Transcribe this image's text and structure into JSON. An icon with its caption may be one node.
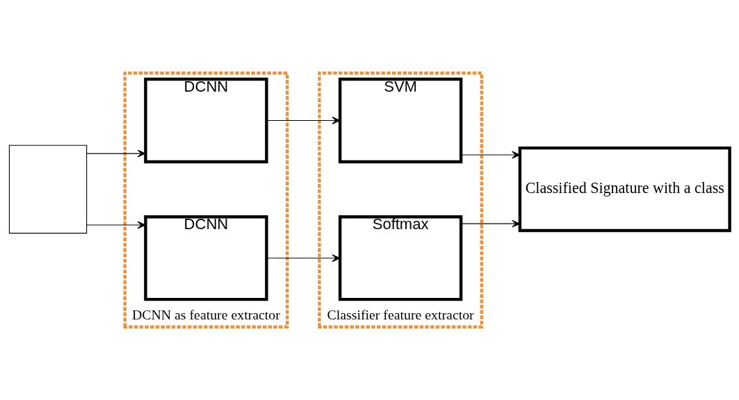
{
  "diagram": {
    "nodes": [
      {
        "text": [],
        "shape": "box"
      },
      {
        "text": [
          "DCNN as feature extractor"
        ]
      },
      {
        "text": [
          "DCNN"
        ],
        "in": 1
      },
      {
        "text": [
          "DCNN"
        ],
        "in": 1
      },
      {
        "text": [
          "Classifier feature extractor"
        ]
      },
      {
        "text": [
          "SVM"
        ],
        "in": 4
      },
      {
        "text": [
          "Softmax"
        ],
        "in": 4
      },
      {
        "text": [
          "Classified Signature with a class"
        ]
      }
    ],
    "edges": [
      {
        "from": 0,
        "to": 2,
        "arrow": "to"
      },
      {
        "from": 0,
        "to": 3,
        "arrow": "to"
      },
      {
        "from": 2,
        "to": 5,
        "arrow": "to"
      },
      {
        "from": 3,
        "to": 6,
        "arrow": "to"
      },
      {
        "from": 5,
        "to": 7,
        "arrow": "to"
      },
      {
        "from": 6,
        "to": 7,
        "arrow": "to"
      }
    ]
  }
}
